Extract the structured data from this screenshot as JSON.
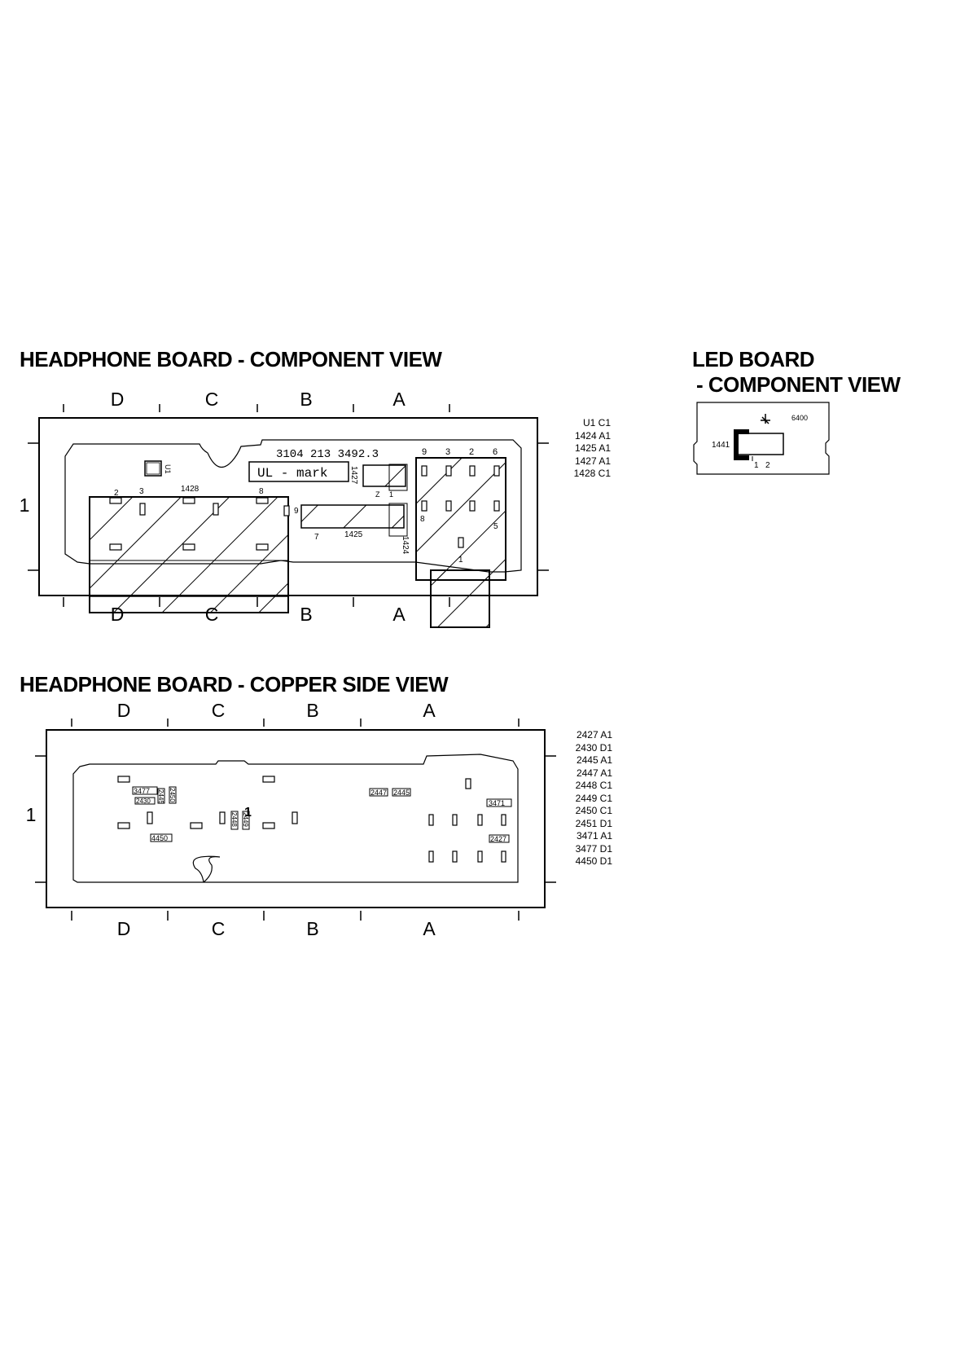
{
  "component_view": {
    "title": "HEADPHONE BOARD - COMPONENT VIEW",
    "col_labels": [
      "D",
      "C",
      "B",
      "A"
    ],
    "row_label": "1",
    "board_code": "3104 213 3492.3",
    "ul_mark": "UL - mark",
    "labels": {
      "u1": "U1",
      "c1428": "1428",
      "c1427": "1427",
      "c1425": "1425",
      "c1424": "1424",
      "p2": "2",
      "p3": "3",
      "p8": "8",
      "p9a": "9",
      "p7": "7",
      "pz": "Z",
      "p1a": "1",
      "h9": "9",
      "h3": "3",
      "h2": "2",
      "h6": "6",
      "h8": "8",
      "h5": "5",
      "h1": "1"
    },
    "ref_list": [
      "U1 C1",
      "1424 A1",
      "1425 A1",
      "1427 A1",
      "1428 C1"
    ]
  },
  "led_view": {
    "title_line1": "LED BOARD",
    "title_line2": "- COMPONENT VIEW",
    "labels": {
      "c1441": "1441",
      "c6400": "6400",
      "pin1": "1",
      "pin2": "2"
    }
  },
  "copper_view": {
    "title": "HEADPHONE BOARD - COPPER SIDE VIEW",
    "col_labels": [
      "D",
      "C",
      "B",
      "A"
    ],
    "row_label": "1",
    "labels": {
      "c3477": "3477",
      "c2430": "2430",
      "c2445b": "2445",
      "c2450": "2450",
      "c4450": "4450",
      "c2448": "2448",
      "c2449": "2449",
      "c2447": "2447",
      "c2445": "2445",
      "c3471": "3471",
      "c2427": "2427",
      "marker1": "1"
    },
    "ref_list": [
      "2427 A1",
      "2430 D1",
      "2445 A1",
      "2447 A1",
      "2448 C1",
      "2449 C1",
      "2450 C1",
      "2451 D1",
      "3471 A1",
      "3477 D1",
      "4450 D1"
    ]
  }
}
